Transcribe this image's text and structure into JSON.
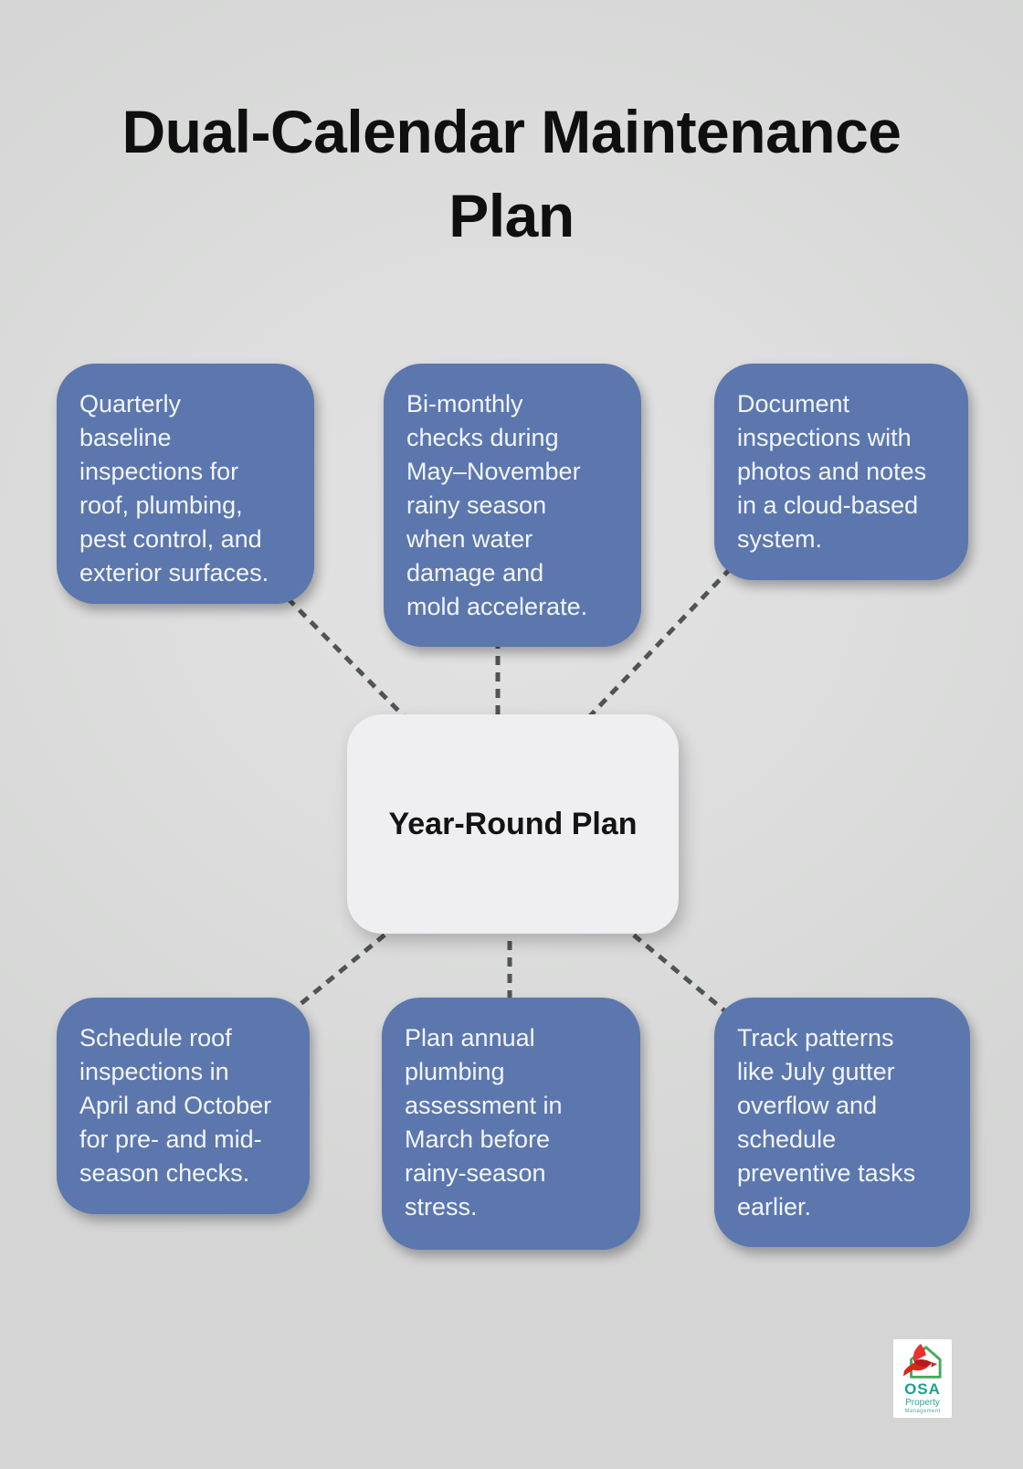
{
  "title": "Dual-Calendar Maintenance\nPlan",
  "center": {
    "label": "Year-Round Plan"
  },
  "nodes": [
    {
      "position": "top-left",
      "text": "Quarterly\nbaseline\ninspections for\nroof, plumbing,\npest control, and\nexterior surfaces."
    },
    {
      "position": "top-middle",
      "text": "Bi-monthly\nchecks during\nMay–November\nrainy season\nwhen water\ndamage and\nmold accelerate."
    },
    {
      "position": "top-right",
      "text": "Document\ninspections with\nphotos and notes\nin a cloud-based\nsystem."
    },
    {
      "position": "bottom-left",
      "text": "Schedule roof\ninspections in\nApril and October\nfor pre- and mid-\nseason checks."
    },
    {
      "position": "bottom-middle",
      "text": "Plan annual\nplumbing\nassessment in\nMarch before\nrainy-season\nstress."
    },
    {
      "position": "bottom-right",
      "text": "Track patterns\nlike July gutter\noverflow and\nschedule\npreventive tasks\nearlier."
    }
  ],
  "logo": {
    "brand": "OSA",
    "line1": "Property",
    "line2": "Management",
    "icons": [
      "house-outline-icon",
      "red-bird-icon"
    ]
  },
  "colors": {
    "background": "#dcdddc",
    "node_background": "#5c77ae",
    "node_text": "#f3f5f8",
    "center_background": "#efeff1",
    "center_text": "#131313",
    "connector": "#4f5456",
    "title_text": "#0f0f0f",
    "logo_teal": "#18a28e",
    "logo_green": "#43a95f",
    "logo_red": "#e73230"
  }
}
